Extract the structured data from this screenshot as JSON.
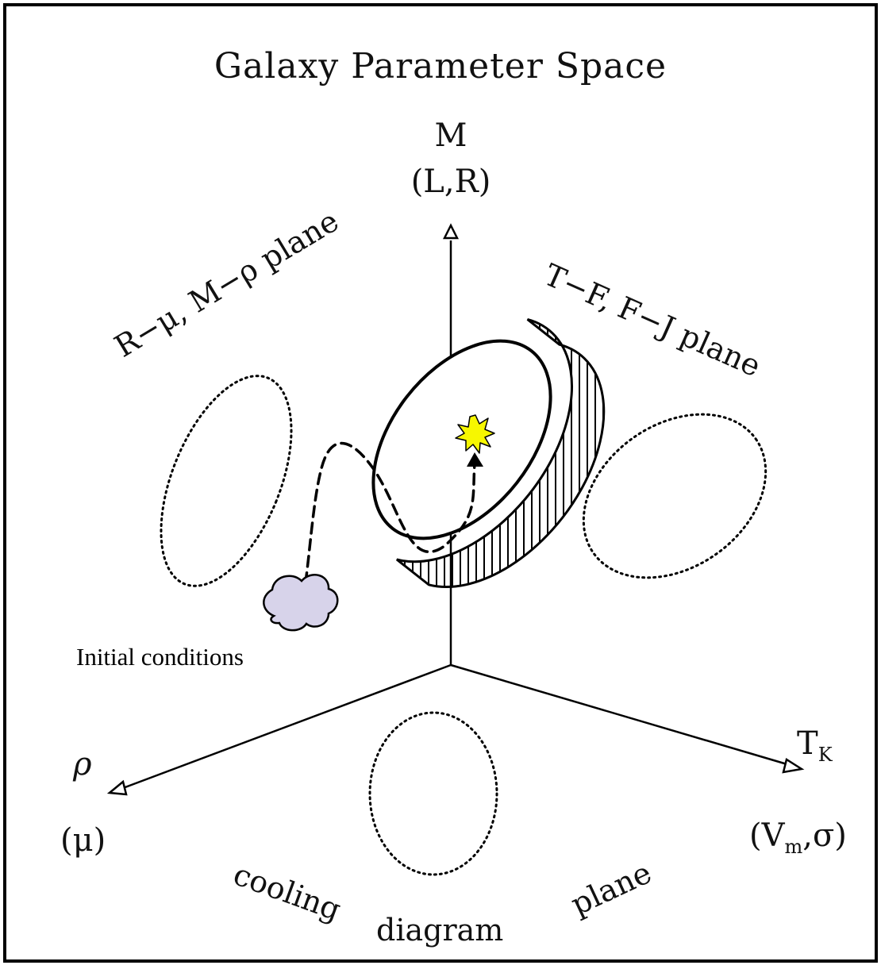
{
  "title": "Galaxy Parameter Space",
  "axes": {
    "vertical": {
      "name": "M",
      "alt": "(L,R)"
    },
    "left": {
      "name": "ρ",
      "alt": "(μ)"
    },
    "right": {
      "name": "T_K",
      "name_main": "T",
      "name_sub": "K",
      "alt": "(V_m,σ)",
      "alt_open": "(V",
      "alt_sub": "m",
      "alt_close": ",σ)"
    }
  },
  "planes": {
    "left": "R−μ, M−ρ plane",
    "right": "T−F, F−J plane",
    "bottom_words": [
      "cooling",
      "diagram",
      "plane"
    ]
  },
  "annotation": "Initial conditions",
  "colors": {
    "line": "#000000",
    "cloud": "#d7d3ea",
    "star": "#f7f700"
  }
}
